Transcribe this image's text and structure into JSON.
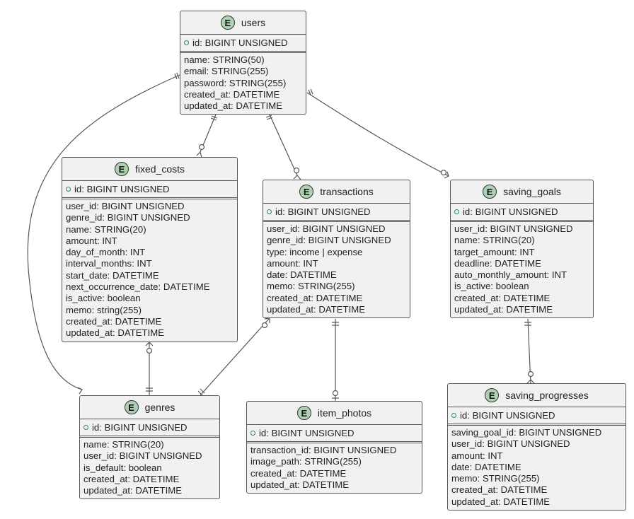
{
  "entities": {
    "users": {
      "icon": "E",
      "name": "users",
      "pk": "id: BIGINT UNSIGNED",
      "fields": [
        "name: STRING(50)",
        "email: STRING(255)",
        "password: STRING(255)",
        "created_at: DATETIME",
        "updated_at: DATETIME"
      ]
    },
    "fixed_costs": {
      "icon": "E",
      "name": "fixed_costs",
      "pk": "id: BIGINT UNSIGNED",
      "fields": [
        "user_id: BIGINT UNSIGNED",
        "genre_id: BIGINT UNSIGNED",
        "name: STRING(20)",
        "amount: INT",
        "day_of_month: INT",
        "interval_months: INT",
        "start_date: DATETIME",
        "next_occurrence_date: DATETIME",
        "is_active: boolean",
        "memo: string(255)",
        "created_at: DATETIME",
        "updated_at: DATETIME"
      ]
    },
    "transactions": {
      "icon": "E",
      "name": "transactions",
      "pk": "id: BIGINT UNSIGNED",
      "fields": [
        "user_id: BIGINT UNSIGNED",
        "genre_id: BIGINT UNSIGNED",
        "type: income | expense",
        "amount: INT",
        "date: DATETIME",
        "memo: STRING(255)",
        "created_at: DATETIME",
        "updated_at: DATETIME"
      ]
    },
    "saving_goals": {
      "icon": "E",
      "name": "saving_goals",
      "pk": "id: BIGINT UNSIGNED",
      "fields": [
        "user_id: BIGINT UNSIGNED",
        "name: STRING(20)",
        "target_amount: INT",
        "deadline: DATETIME",
        "auto_monthly_amount: INT",
        "is_active: boolean",
        "created_at: DATETIME",
        "updated_at: DATETIME"
      ]
    },
    "genres": {
      "icon": "E",
      "name": "genres",
      "pk": "id: BIGINT UNSIGNED",
      "fields": [
        "name: STRING(20)",
        "user_id: BIGINT UNSIGNED",
        "is_default: boolean",
        "created_at: DATETIME",
        "updated_at: DATETIME"
      ]
    },
    "item_photos": {
      "icon": "E",
      "name": "item_photos",
      "pk": "id: BIGINT UNSIGNED",
      "fields": [
        "transaction_id: BIGINT UNSIGNED",
        "image_path: STRING(255)",
        "created_at: DATETIME",
        "updated_at: DATETIME"
      ]
    },
    "saving_progresses": {
      "icon": "E",
      "name": "saving_progresses",
      "pk": "id: BIGINT UNSIGNED",
      "fields": [
        "saving_goal_id: BIGINT UNSIGNED",
        "user_id: BIGINT UNSIGNED",
        "amount: INT",
        "date: DATETIME",
        "memo: STRING(255)",
        "created_at: DATETIME",
        "updated_at: DATETIME"
      ]
    }
  },
  "relations": [
    {
      "from": "users",
      "to": "fixed_costs",
      "from_card": "exactly-one",
      "to_card": "zero-or-many"
    },
    {
      "from": "users",
      "to": "transactions",
      "from_card": "exactly-one",
      "to_card": "zero-or-many"
    },
    {
      "from": "users",
      "to": "saving_goals",
      "from_card": "exactly-one",
      "to_card": "zero-or-many"
    },
    {
      "from": "users",
      "to": "genres",
      "from_card": "exactly-one",
      "to_card": "one-or-many"
    },
    {
      "from": "genres",
      "to": "fixed_costs",
      "from_card": "exactly-one",
      "to_card": "zero-or-many"
    },
    {
      "from": "genres",
      "to": "transactions",
      "from_card": "exactly-one",
      "to_card": "zero-or-many"
    },
    {
      "from": "transactions",
      "to": "item_photos",
      "from_card": "exactly-one",
      "to_card": "zero-or-one"
    },
    {
      "from": "saving_goals",
      "to": "saving_progresses",
      "from_card": "exactly-one",
      "to_card": "zero-or-many"
    }
  ],
  "colors": {
    "entity_bg": "#f1f1f1",
    "border": "#555555",
    "badge": "#add1b2",
    "pk_marker": "#2e8b57"
  }
}
